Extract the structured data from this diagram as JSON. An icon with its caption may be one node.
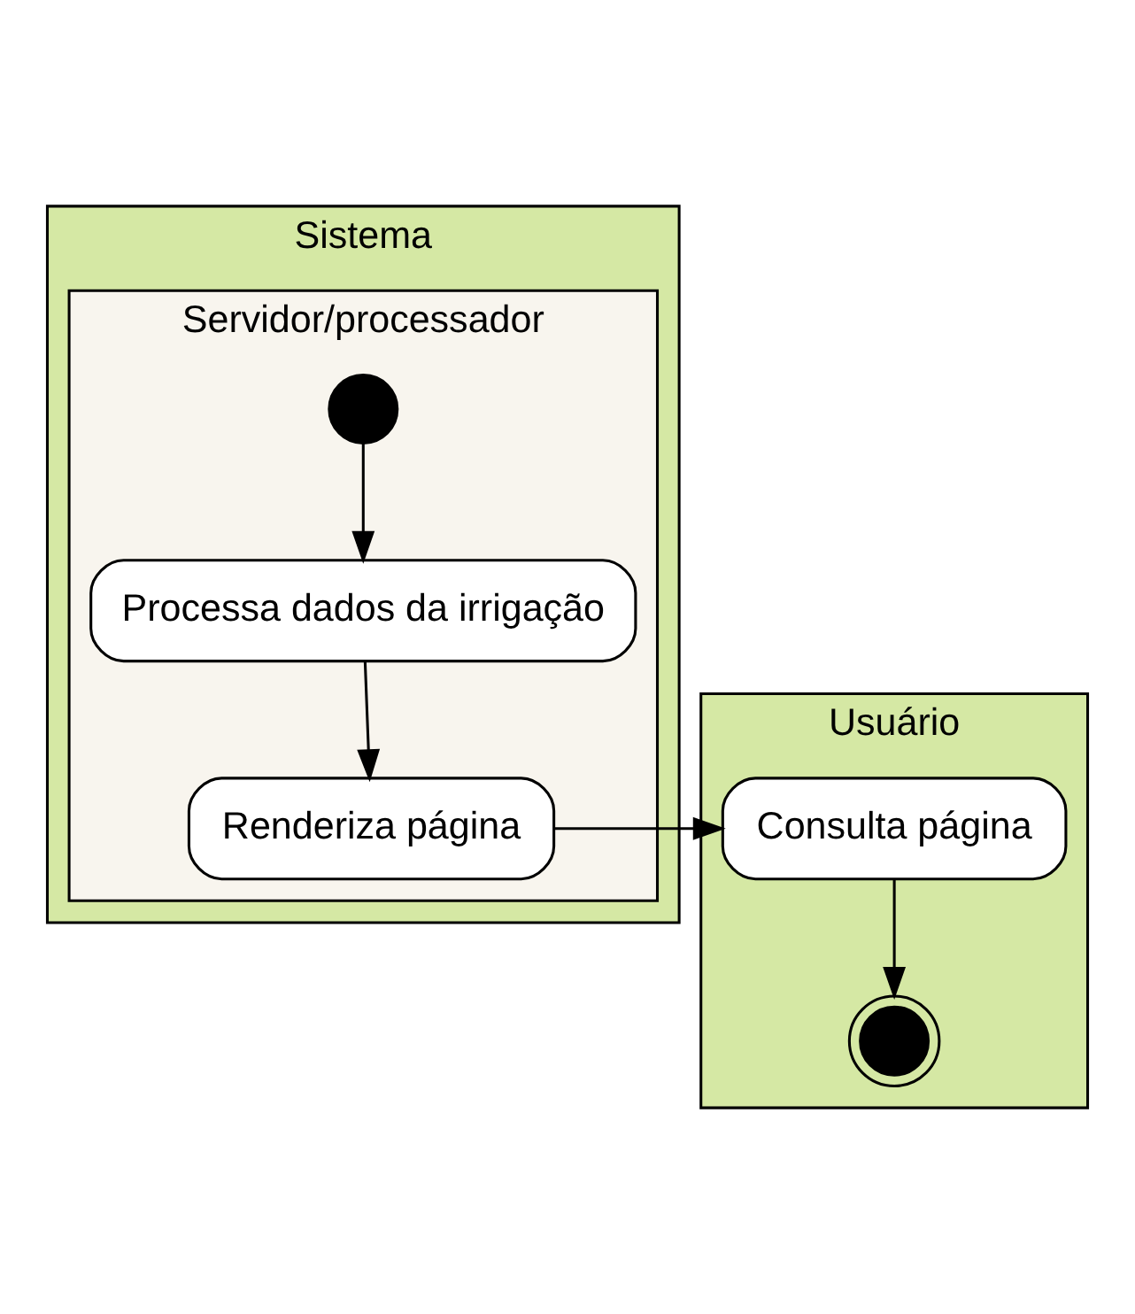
{
  "diagram": {
    "nodes": [
      {
        "text": [
          "Sistema"
        ]
      },
      {
        "text": [
          "Servidor/processador"
        ],
        "in": 0
      },
      {
        "text": [
          "Usuário"
        ]
      },
      {
        "text": [],
        "shape": "circle",
        "in": 1
      },
      {
        "text": [
          "Processa dados da irrigação"
        ],
        "in": 1
      },
      {
        "text": [
          "Renderiza página"
        ],
        "in": 1
      },
      {
        "text": [
          "Consulta página"
        ],
        "in": 2
      },
      {
        "text": [],
        "shape": "circle",
        "in": 2
      }
    ],
    "edges": [
      {
        "from": 3,
        "to": 4,
        "arrow": "to"
      },
      {
        "from": 4,
        "to": 5,
        "arrow": "to"
      },
      {
        "from": 5,
        "to": 6,
        "arrow": "to"
      },
      {
        "from": 6,
        "to": 7,
        "arrow": "to"
      }
    ]
  }
}
